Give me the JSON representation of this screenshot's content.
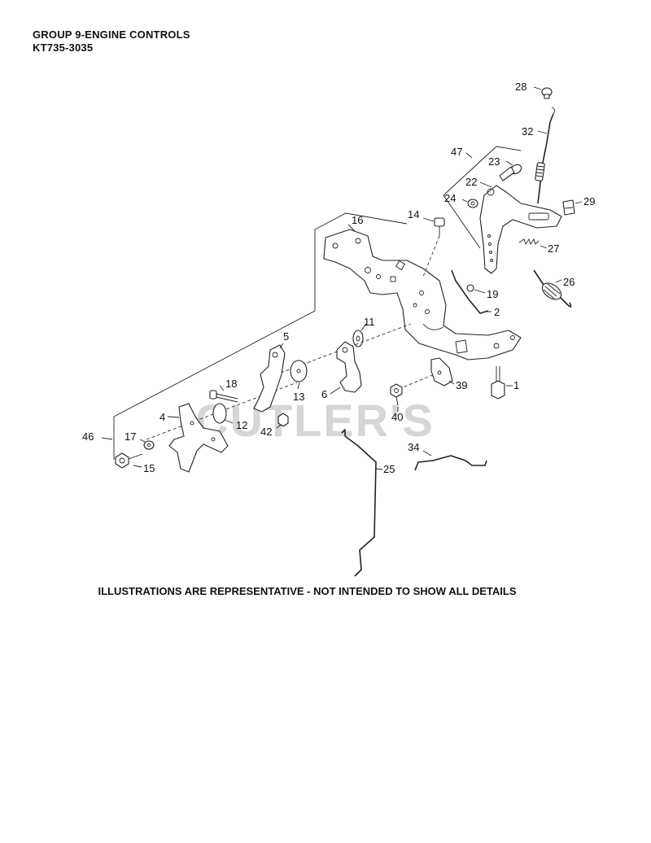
{
  "header": {
    "title": "GROUP 9-ENGINE CONTROLS",
    "model": "KT735-3035"
  },
  "footer": {
    "note": "ILLUSTRATIONS ARE REPRESENTATIVE - NOT INTENDED TO SHOW ALL DETAILS"
  },
  "watermark": "CUTLER'S",
  "callouts": [
    {
      "id": "c28",
      "label": "28"
    },
    {
      "id": "c32",
      "label": "32"
    },
    {
      "id": "c47",
      "label": "47"
    },
    {
      "id": "c23",
      "label": "23"
    },
    {
      "id": "c22",
      "label": "22"
    },
    {
      "id": "c24",
      "label": "24"
    },
    {
      "id": "c29",
      "label": "29"
    },
    {
      "id": "c14",
      "label": "14"
    },
    {
      "id": "c16",
      "label": "16"
    },
    {
      "id": "c27",
      "label": "27"
    },
    {
      "id": "c26",
      "label": "26"
    },
    {
      "id": "c19",
      "label": "19"
    },
    {
      "id": "c2",
      "label": "2"
    },
    {
      "id": "c11",
      "label": "11"
    },
    {
      "id": "c5",
      "label": "5"
    },
    {
      "id": "c1",
      "label": "1"
    },
    {
      "id": "c39",
      "label": "39"
    },
    {
      "id": "c18",
      "label": "18"
    },
    {
      "id": "c13",
      "label": "13"
    },
    {
      "id": "c6",
      "label": "6"
    },
    {
      "id": "c40",
      "label": "40"
    },
    {
      "id": "c4",
      "label": "4"
    },
    {
      "id": "c12",
      "label": "12"
    },
    {
      "id": "c42",
      "label": "42"
    },
    {
      "id": "c46",
      "label": "46"
    },
    {
      "id": "c17",
      "label": "17"
    },
    {
      "id": "c15",
      "label": "15"
    },
    {
      "id": "c34",
      "label": "34"
    },
    {
      "id": "c25",
      "label": "25"
    }
  ]
}
